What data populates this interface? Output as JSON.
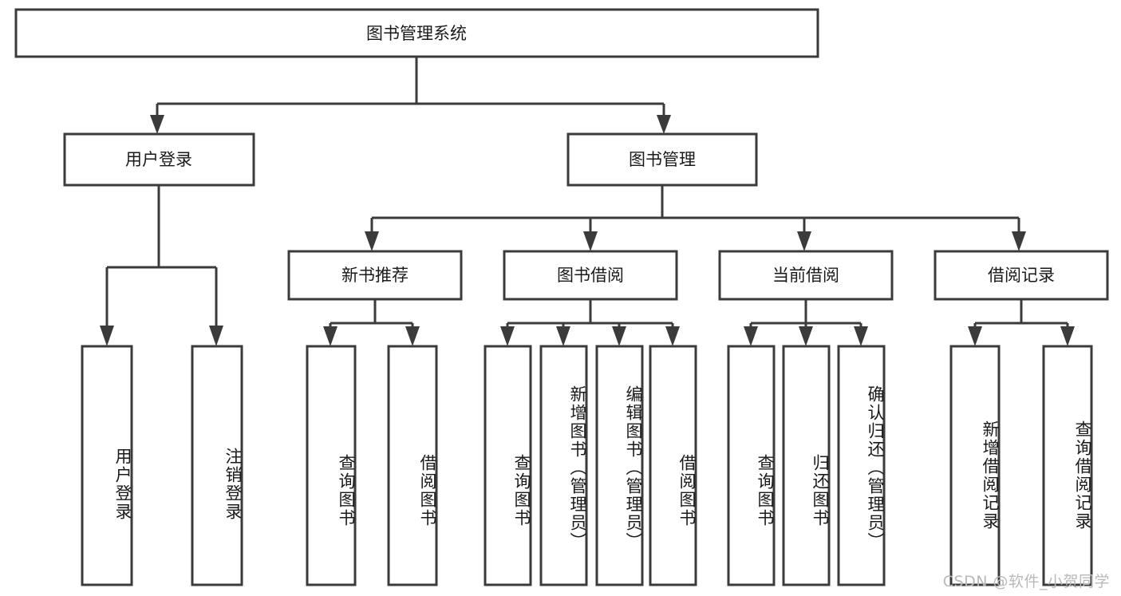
{
  "diagram": {
    "title": "图书管理系统",
    "type": "tree",
    "root": {
      "id": "root",
      "label": "图书管理系统"
    },
    "level2": [
      {
        "id": "user-login",
        "label": "用户登录"
      },
      {
        "id": "book-management",
        "label": "图书管理"
      }
    ],
    "level3": [
      {
        "id": "new-book-recommend",
        "label": "新书推荐",
        "parent": "book-management"
      },
      {
        "id": "book-borrow",
        "label": "图书借阅",
        "parent": "book-management"
      },
      {
        "id": "current-borrow",
        "label": "当前借阅",
        "parent": "book-management"
      },
      {
        "id": "borrow-record",
        "label": "借阅记录",
        "parent": "book-management"
      }
    ],
    "leaves": [
      {
        "id": "leaf-user-login",
        "label": "用户登录",
        "parent": "user-login"
      },
      {
        "id": "leaf-logout-login",
        "label": "注销登录",
        "parent": "user-login"
      },
      {
        "id": "leaf-query-book-1",
        "label": "查询图书",
        "parent": "new-book-recommend"
      },
      {
        "id": "leaf-borrow-book-1",
        "label": "借阅图书",
        "parent": "new-book-recommend"
      },
      {
        "id": "leaf-query-book-2",
        "label": "查询图书",
        "parent": "book-borrow"
      },
      {
        "id": "leaf-add-book",
        "label": "新增图书（管理员）",
        "parent": "book-borrow"
      },
      {
        "id": "leaf-edit-book",
        "label": "编辑图书（管理员）",
        "parent": "book-borrow"
      },
      {
        "id": "leaf-borrow-book-2",
        "label": "借阅图书",
        "parent": "book-borrow"
      },
      {
        "id": "leaf-query-book-3",
        "label": "查询图书",
        "parent": "current-borrow"
      },
      {
        "id": "leaf-return-book",
        "label": "归还图书",
        "parent": "current-borrow"
      },
      {
        "id": "leaf-confirm-return",
        "label": "确认归还（管理员）",
        "parent": "current-borrow"
      },
      {
        "id": "leaf-add-record",
        "label": "新增借阅记录",
        "parent": "borrow-record"
      },
      {
        "id": "leaf-query-record",
        "label": "查询借阅记录",
        "parent": "borrow-record"
      }
    ],
    "colors": {
      "stroke": "#3b3b3b",
      "fill": "#ffffff",
      "text": "#1a1a1a",
      "watermark": "#b9b9b9"
    }
  },
  "watermark": {
    "text": "CSDN @软件_小贺同学"
  }
}
